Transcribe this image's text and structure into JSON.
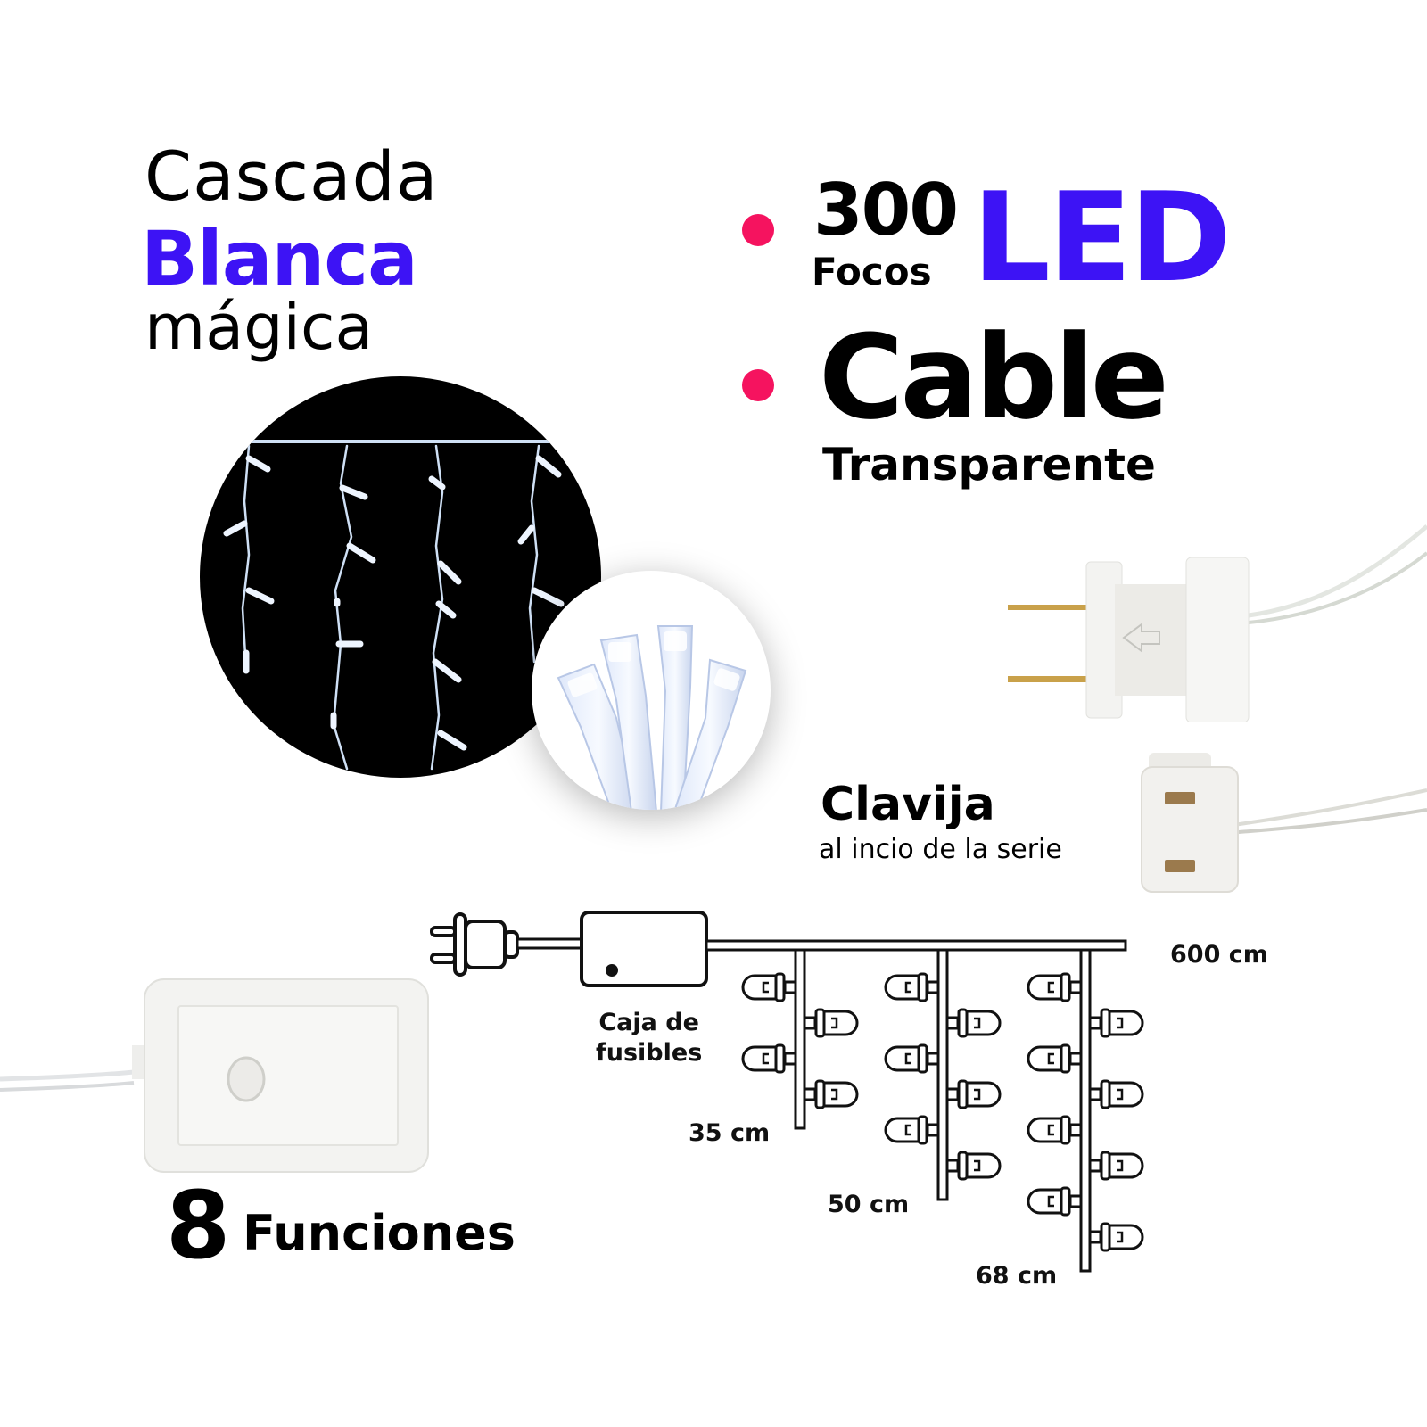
{
  "product": {
    "title_line1": "Cascada",
    "title_line2": "Blanca",
    "title_line3": "mágica"
  },
  "features": [
    {
      "bullet_color": "#f5135f",
      "number": "300",
      "sub": "Focos",
      "highlight": "LED"
    },
    {
      "bullet_color": "#f5135f",
      "main": "Cable",
      "sub": "Transparente"
    }
  ],
  "connector": {
    "title": "Clavija",
    "subtitle": "al incio de la serie"
  },
  "controller": {
    "count": "8",
    "label": "Funciones"
  },
  "diagram": {
    "fuse_box_label_line1": "Caja de",
    "fuse_box_label_line2": "fusibles",
    "total_length": "600 cm",
    "drop_lengths": [
      "35 cm",
      "50 cm",
      "68 cm"
    ]
  },
  "colors": {
    "accent_purple": "#3d13f5",
    "bullet_pink": "#f5135f",
    "text": "#000000",
    "background": "#ffffff"
  },
  "images": [
    {
      "name": "icicle-lights-photo",
      "description": "white icicle LED strands on black circle"
    },
    {
      "name": "led-bulbs-closeup",
      "description": "close-up of clear LED bulbs"
    },
    {
      "name": "male-plug-photo"
    },
    {
      "name": "female-connector-photo"
    },
    {
      "name": "controller-box-photo"
    }
  ]
}
